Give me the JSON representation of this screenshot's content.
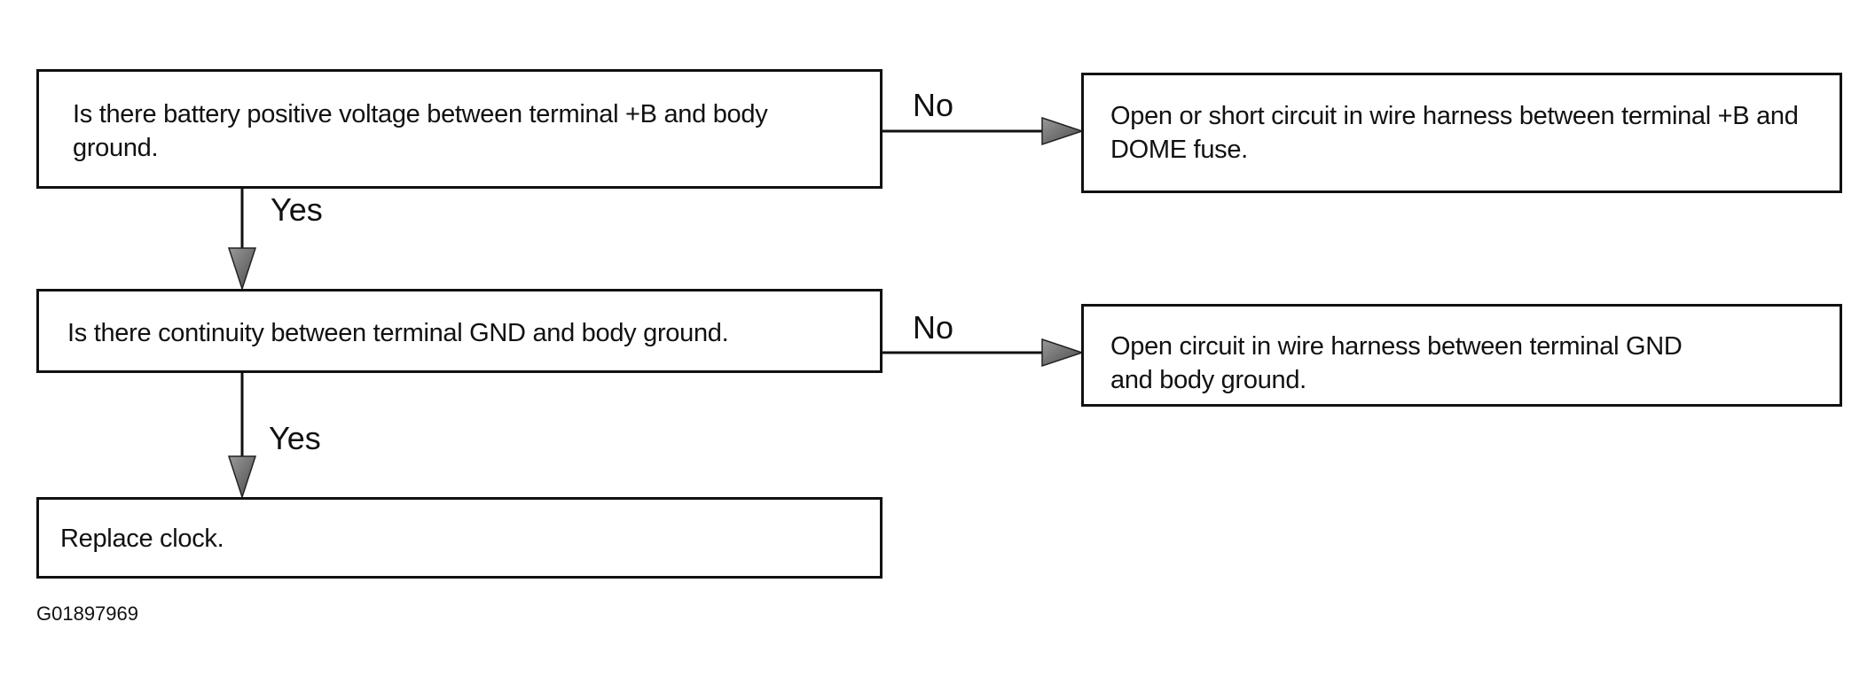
{
  "flowchart": {
    "step1": {
      "question": "Is there battery positive voltage between terminal +B and body ground.",
      "no_label": "No",
      "no_result": "Open or short circuit in wire harness between terminal +B and DOME fuse.",
      "yes_label": "Yes"
    },
    "step2": {
      "question": "Is there continuity between terminal GND and body ground.",
      "no_label": "No",
      "no_result": "Open circuit in wire harness between terminal GND and body ground.",
      "yes_label": "Yes"
    },
    "step3": {
      "action": "Replace clock."
    }
  },
  "figure_code": "G01897969"
}
